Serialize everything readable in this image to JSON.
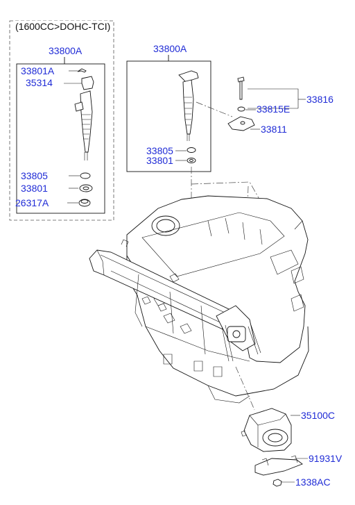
{
  "variant_label": "(1600CC>DOHC-TCI)",
  "labels": {
    "group_left": "33800A",
    "group_right": "33800A",
    "left_33801A": "33801A",
    "left_35314": "35314",
    "left_33805": "33805",
    "left_33801": "33801",
    "left_26317A": "26317A",
    "right_33805": "33805",
    "right_33801": "33801",
    "p33816": "33816",
    "p33815E": "33815E",
    "p33811": "33811",
    "p35100C": "35100C",
    "p91931V": "91931V",
    "p1338AC": "1338AC"
  },
  "colors": {
    "label": "#1f2bd6",
    "line": "#111111"
  }
}
